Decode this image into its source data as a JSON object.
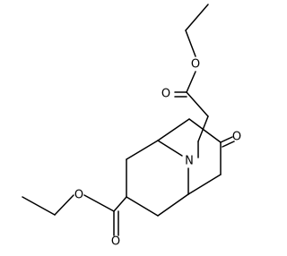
{
  "structure": {
    "atoms": [
      {
        "id": "o-top-ester",
        "symbol": "O"
      },
      {
        "id": "o-top-carbonyl",
        "symbol": "O"
      },
      {
        "id": "o-ketone",
        "symbol": "O"
      },
      {
        "id": "n-bridge",
        "symbol": "N"
      },
      {
        "id": "o-left-ester",
        "symbol": "O"
      },
      {
        "id": "o-left-carbonyl",
        "symbol": "O"
      }
    ]
  }
}
